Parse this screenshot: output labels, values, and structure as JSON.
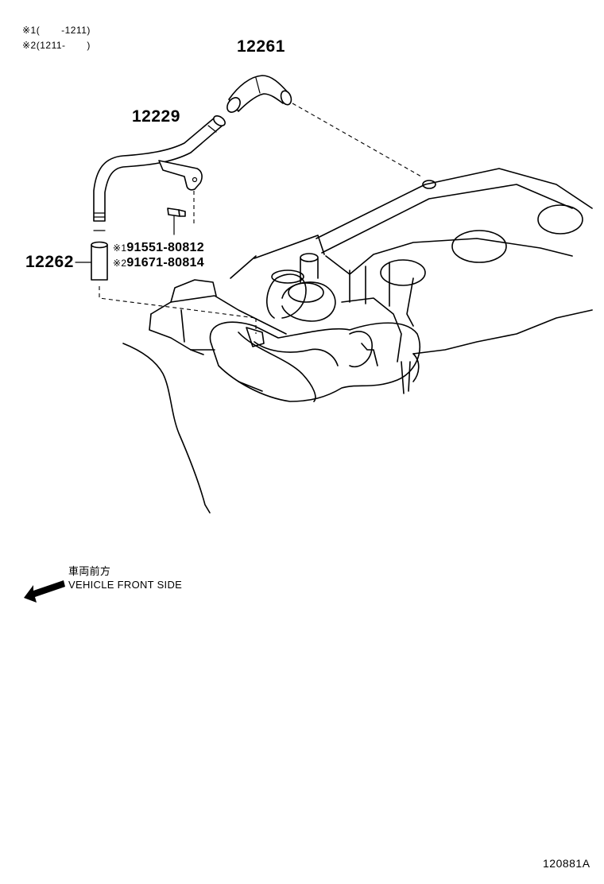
{
  "notes": [
    {
      "mark": "※1",
      "text": "(       -1211)"
    },
    {
      "mark": "※2",
      "text": "(1211-       )"
    }
  ],
  "parts": {
    "hose_top": "12261",
    "pipe": "12229",
    "hose_bottom": "12262",
    "bolt_1": {
      "mark": "※1",
      "number": "91551-80812"
    },
    "bolt_2": {
      "mark": "※2",
      "number": "91671-80814"
    }
  },
  "front_indicator": {
    "japanese": "車両前方",
    "english": "VEHICLE FRONT SIDE"
  },
  "diagram_code": "120881A"
}
